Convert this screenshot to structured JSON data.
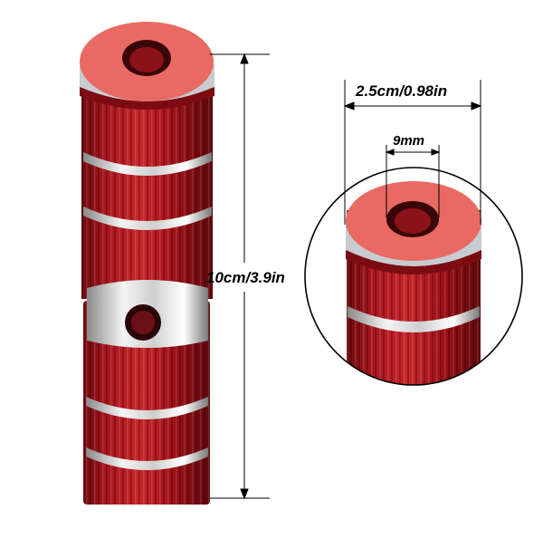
{
  "product": {
    "name_icon": "bike-axle-peg-image",
    "color": "#b8141d",
    "highlight": "#e86a62"
  },
  "dimensions": {
    "length": "10cm/3.9in",
    "outer_diameter": "2.5cm/0.98in",
    "hole_diameter": "9mm"
  }
}
